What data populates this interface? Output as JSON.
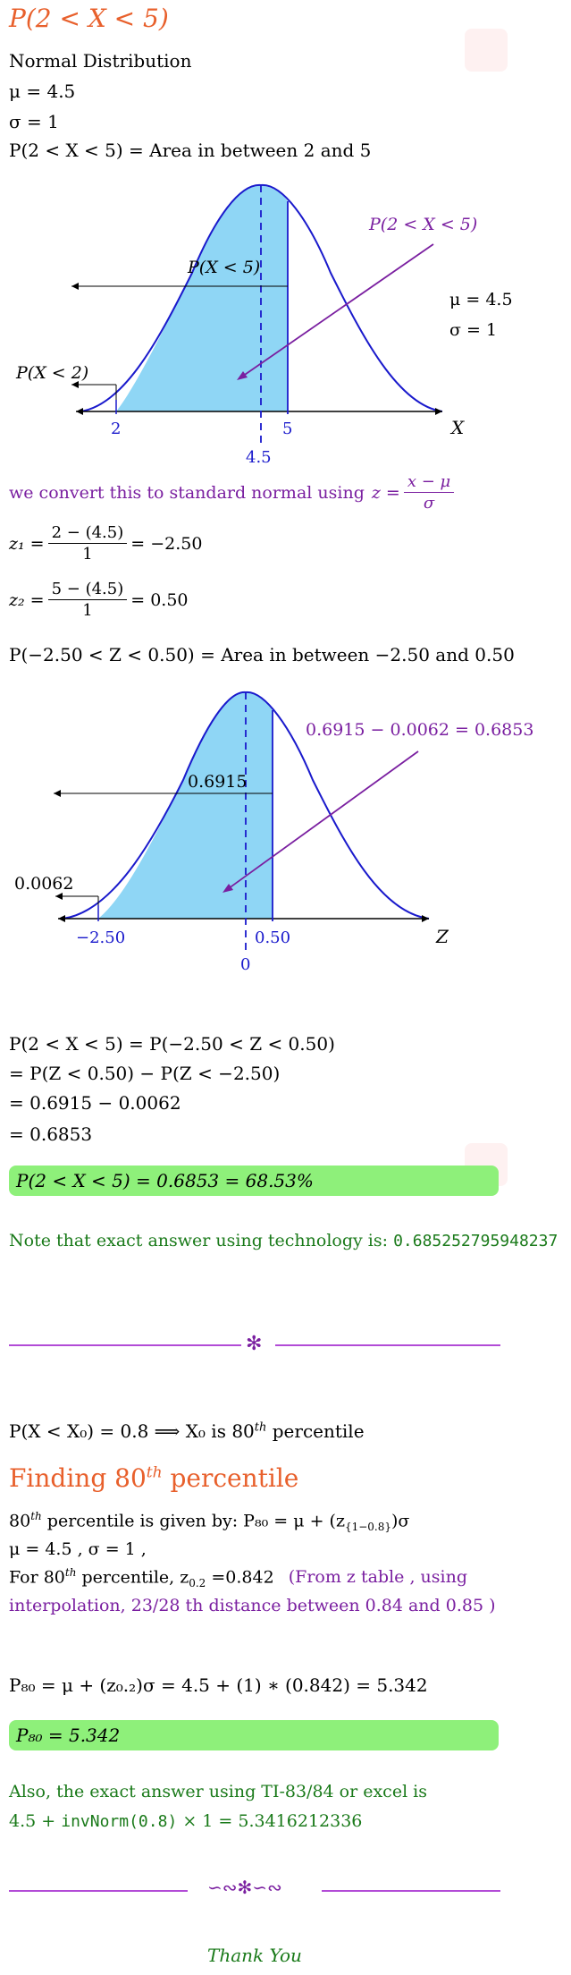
{
  "header": {
    "title": "P(2 < X < 5)",
    "line1": "Normal Distribution",
    "line2": "μ = 4.5",
    "line3": "σ = 1",
    "line4": "P(2 < X < 5) = Area in between 2 and 5"
  },
  "graph1": {
    "label_between": "P(2 < X < 5)",
    "label_less5": "P(X < 5)",
    "label_less2": "P(X < 2)",
    "label_mu": "μ = 4.5",
    "label_sigma": "σ = 1",
    "tick_2": "2",
    "tick_5": "5",
    "tick_mean": "4.5",
    "axis": "X"
  },
  "convert": {
    "text": "we convert this to standard normal using",
    "z_eq": "z =",
    "z_num": "x − μ",
    "z_den": "σ"
  },
  "z1": {
    "lhs": "z₁ =",
    "num": "2 − (4.5)",
    "den": "1",
    "rhs": "= −2.50"
  },
  "z2": {
    "lhs": "z₂ =",
    "num": "5 − (4.5)",
    "den": "1",
    "rhs": "= 0.50"
  },
  "zarea": "P(−2.50 < Z < 0.50) = Area in between −2.50 and 0.50",
  "graph2": {
    "label_between": "0.6915 − 0.0062 = 0.6853",
    "label_left": "0.6915",
    "label_small": "0.0062",
    "tick_neg": "−2.50",
    "tick_pos": "0.50",
    "tick_mean": "0",
    "axis": "Z"
  },
  "calc": {
    "l1": "P(2 < X < 5) = P(−2.50 < Z < 0.50)",
    "l2": "= P(Z < 0.50) − P(Z < −2.50)",
    "l3": "= 0.6915 − 0.0062",
    "l4": "= 0.6853"
  },
  "answer1": "P(2 < X < 5) = 0.6853 = 68.53%",
  "note": {
    "text": "Note that exact answer using technology is:",
    "value": "0.685252795948237"
  },
  "divider1_glyph": "✻",
  "percentile": {
    "intro_a": "P(X < X₀) = 0.8  ⟹  X₀ is 80",
    "intro_sup": "th",
    "intro_b": " percentile",
    "title_a": "Finding 80",
    "title_sup": "th",
    "title_b": " percentile",
    "l1_a": "80",
    "l1_sup": "th",
    "l1_b": " percentile is given by: P₈₀ = μ + (z",
    "l1_sub": "{1−0.8}",
    "l1_c": ")σ",
    "l2": "μ = 4.5 , σ = 1 ,",
    "l3_a": "For 80",
    "l3_sup": "th",
    "l3_b": " percentile,  z",
    "l3_sub": "0.2",
    "l3_c": " =0.842",
    "l3_note": "(From z table , using",
    "l4": "interpolation, 23/28 th distance between 0.84 and 0.85 )",
    "formula": "P₈₀ = μ + (z₀.₂)σ = 4.5 + (1) ∗ (0.842) = 5.342"
  },
  "answer2": "P₈₀ = 5.342",
  "exact": {
    "l1": "Also, the exact answer using TI-83/84 or excel is",
    "l2_a": "4.5 +",
    "l2_code": "invNorm(0.8)",
    "l2_b": "× 1 = 5.3416212336"
  },
  "divider2_glyph": "∽∾✻∽∾",
  "thanks": "Thank You",
  "colors": {
    "accent": "#e8602c",
    "purple": "#7a1fa0",
    "green": "#1a7a1a",
    "highlight": "#8ef07a",
    "fill": "#8fd6f5",
    "curve": "#1a1acc"
  }
}
